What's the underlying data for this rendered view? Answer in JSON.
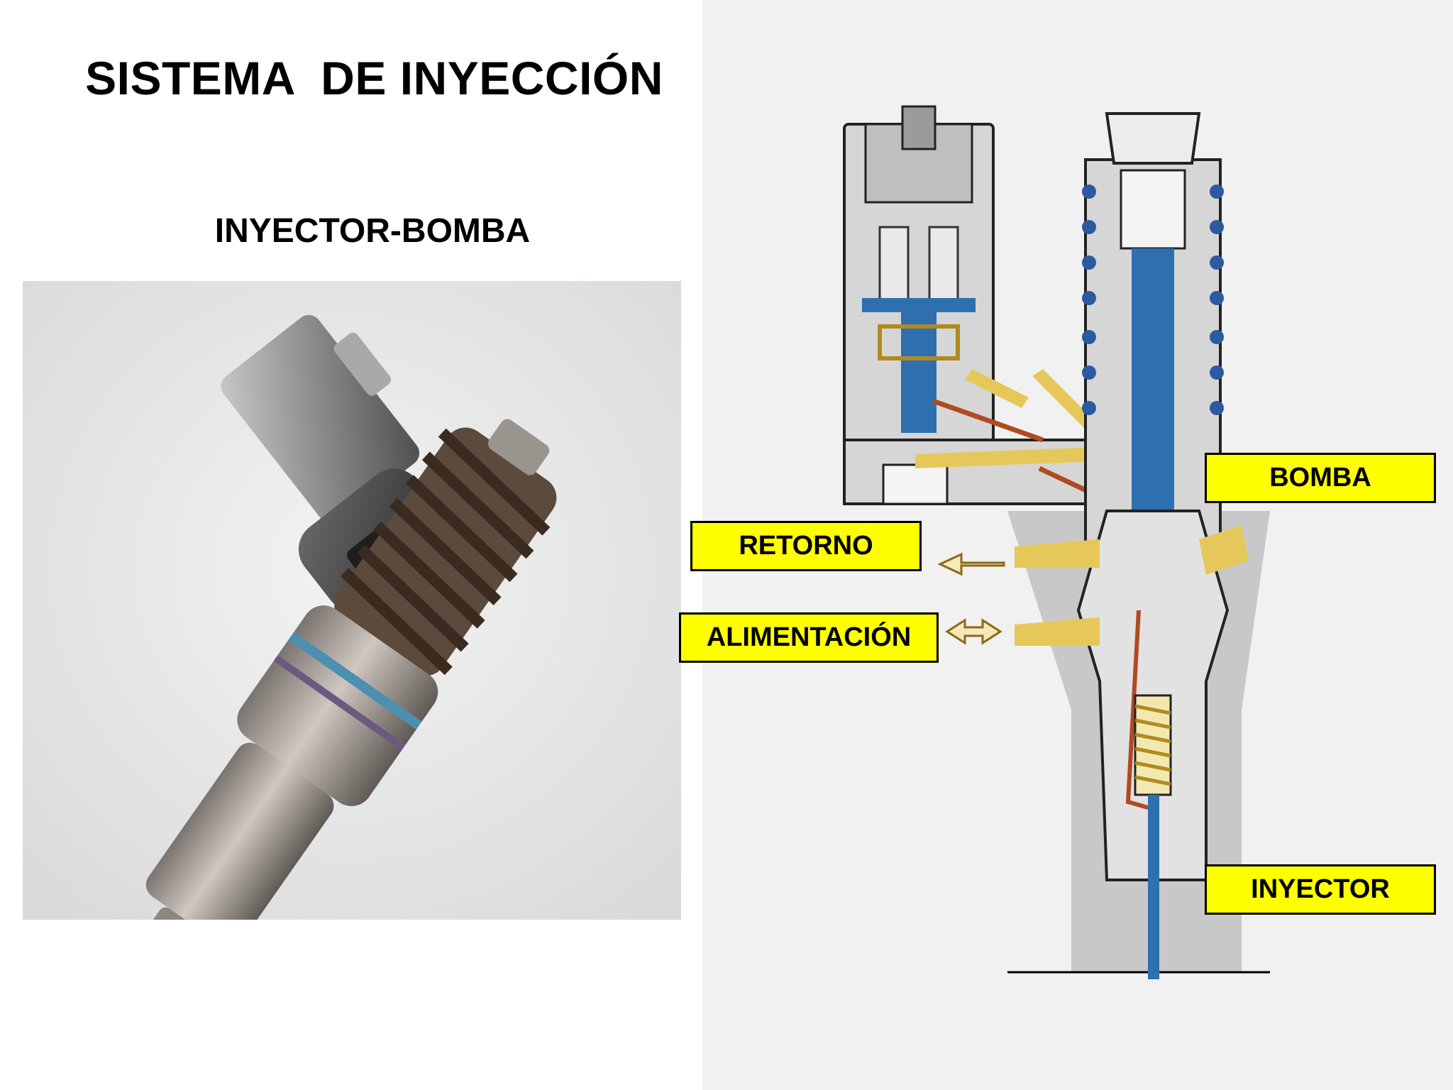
{
  "title": "SISTEMA  DE INYECCIÓN",
  "subtitle": "INYECTOR-BOMBA",
  "labels": {
    "bomba": "BOMBA",
    "retorno": "RETORNO",
    "alimentacion": "ALIMENTACIÓN",
    "inyector": "INYECTOR"
  },
  "colors": {
    "label_fill": "#ffff00",
    "fuel_blue": "#2e6fb0",
    "brass": "#e6c85a",
    "copper": "#b04a22",
    "spring": "#2c5aa0",
    "body_gray": "#d9d9d9"
  }
}
